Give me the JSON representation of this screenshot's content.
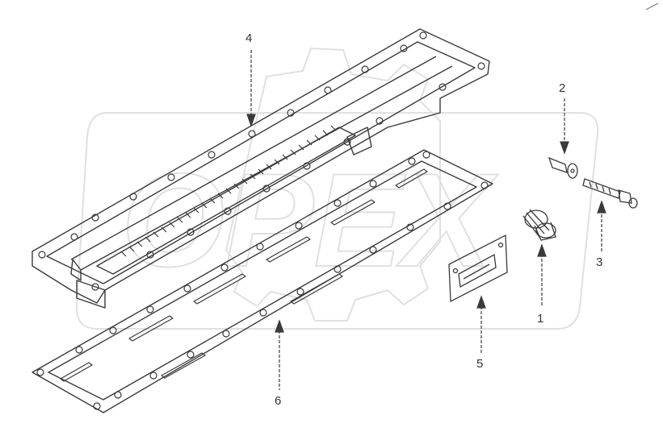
{
  "diagram": {
    "callouts": [
      {
        "id": "1",
        "text": "1"
      },
      {
        "id": "2",
        "text": "2"
      },
      {
        "id": "3",
        "text": "3"
      },
      {
        "id": "4",
        "text": "4"
      },
      {
        "id": "5",
        "text": "5"
      },
      {
        "id": "6",
        "text": "6"
      }
    ],
    "watermark": {
      "text": "OPEX"
    },
    "colors": {
      "line": "#3a3a3a",
      "watermark": "#e2e2e2",
      "background": "#ffffff"
    }
  }
}
